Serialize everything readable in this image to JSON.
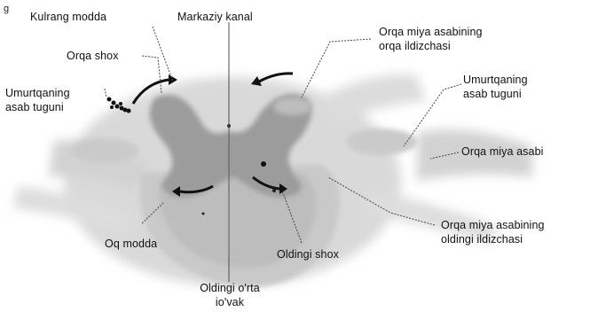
{
  "figure_marker": "g",
  "labels": {
    "kulrang_modda": "Kulrang modda",
    "markaziy_kanal": "Markaziy kanal",
    "orqa_shox": "Orqa shox",
    "umurtqa_tuguni_left_1": "Umurtqaning",
    "umurtqa_tuguni_left_2": "asab tuguni",
    "orqa_ildizcha_1": "Orqa miya asabining",
    "orqa_ildizcha_2": "orqa ildizchasi",
    "umurtqa_tuguni_right_1": "Umurtqaning",
    "umurtqa_tuguni_right_2": "asab tuguni",
    "orqa_miya_asabi": "Orqa miya asabi",
    "oldingi_ildizcha_1": "Orqa miya asabining",
    "oldingi_ildizcha_2": "oldingi ildizchasi",
    "oq_modda": "Oq modda",
    "oldingi_shox": "Oldingi shox",
    "oldingi_orta_1": "Oldingi o'rta",
    "oldingi_orta_2": "io'vak"
  },
  "colors": {
    "grey_matter": "#9c9c9c",
    "white_matter": "#cfcfcf",
    "background": "#ffffff",
    "leader_line": "#444444"
  }
}
